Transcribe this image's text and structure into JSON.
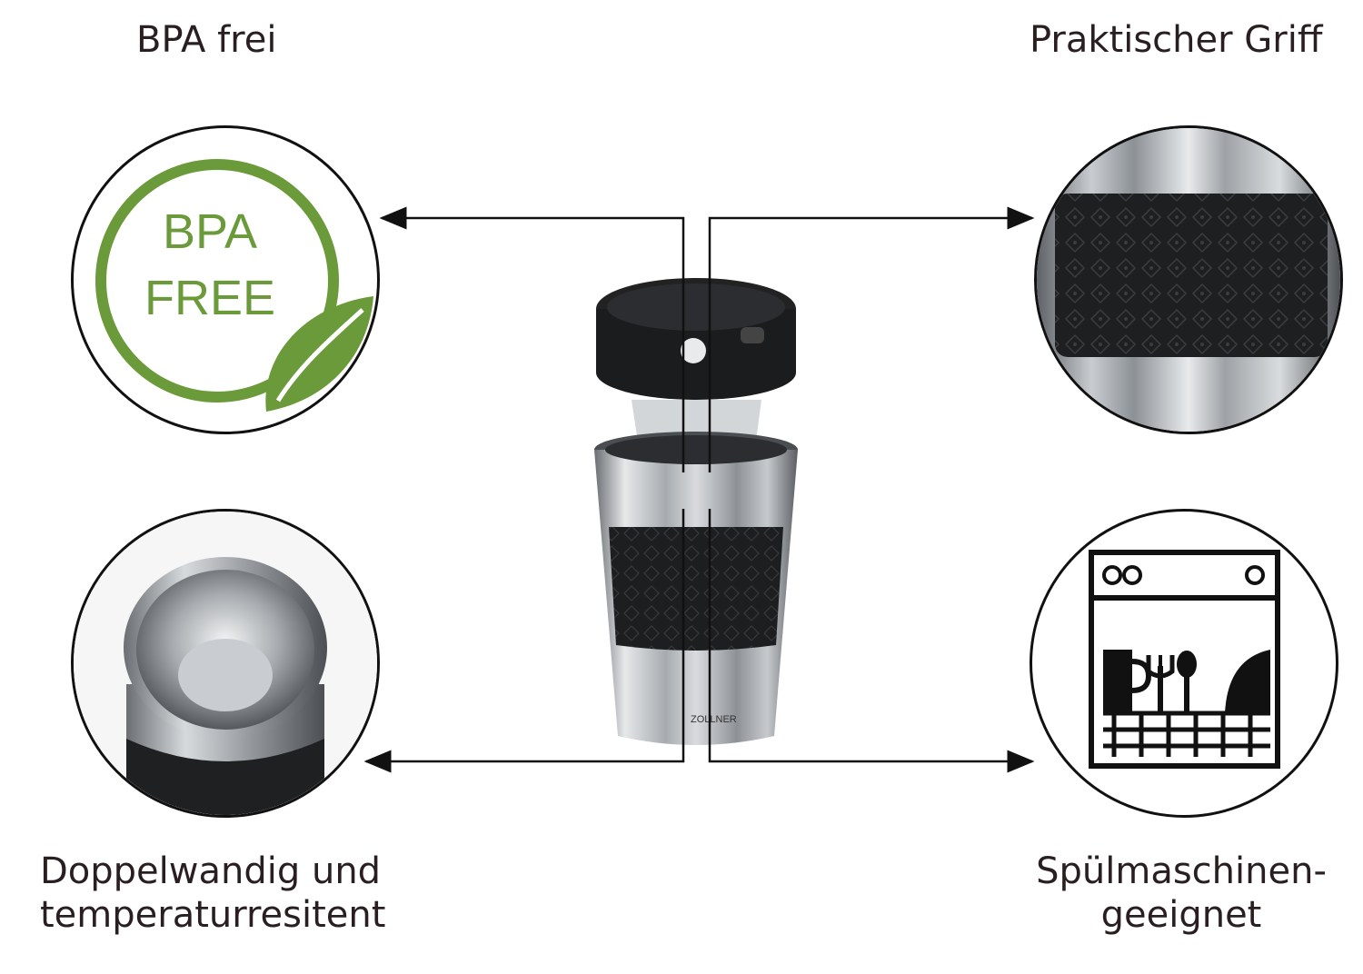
{
  "features": {
    "top_left": {
      "caption": "BPA frei",
      "badge_line1": "BPA",
      "badge_line2": "FREE"
    },
    "top_right": {
      "caption": "Praktischer Griff"
    },
    "bottom_left": {
      "caption_line1": "Doppelwandig und",
      "caption_line2": "temperaturresitent"
    },
    "bottom_right": {
      "caption_line1": "Spülmaschinen-",
      "caption_line2": "geeignet"
    }
  },
  "product": {
    "brand": "ZOLLNER"
  },
  "colors": {
    "badge_green": "#6a9a3a",
    "text": "#2a1f20",
    "line": "#111111"
  }
}
